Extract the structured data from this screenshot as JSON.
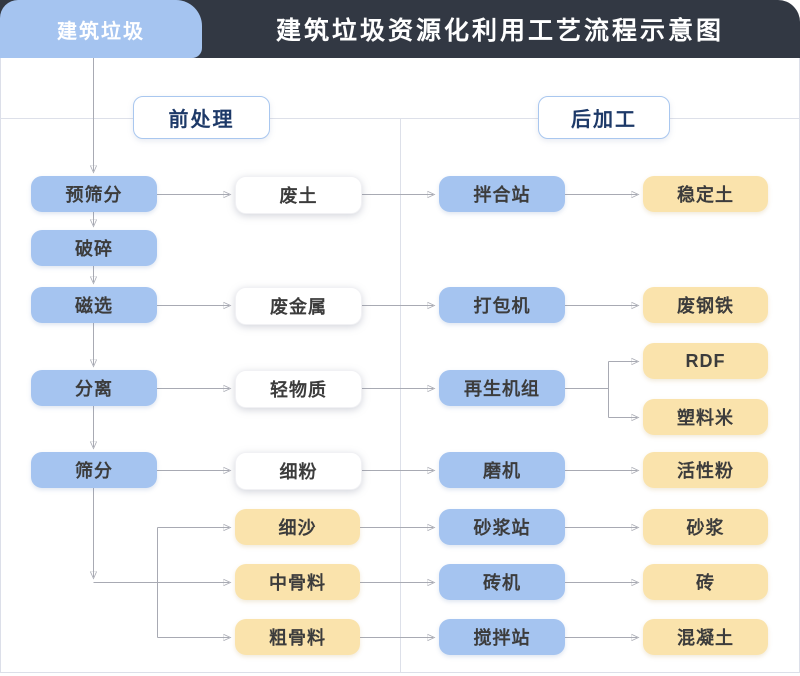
{
  "header": {
    "tab_label": "建筑垃圾",
    "title": "建筑垃圾资源化利用工艺流程示意图"
  },
  "sections": {
    "pre": "前处理",
    "post": "后加工"
  },
  "nodes": {
    "source": "建筑垃圾",
    "pre_screening": "预筛分",
    "crushing": "破碎",
    "magnetic_separation": "磁选",
    "separation": "分离",
    "screening": "筛分",
    "waste_soil": "废土",
    "waste_metal": "废金属",
    "light_material": "轻物质",
    "fine_powder": "细粉",
    "fine_sand": "细沙",
    "medium_aggregate": "中骨料",
    "coarse_aggregate": "粗骨料",
    "mixing_plant": "拌合站",
    "baler": "打包机",
    "recycling_unit": "再生机组",
    "mill": "磨机",
    "mortar_station": "砂浆站",
    "brick_machine": "砖机",
    "stirring_station": "搅拌站",
    "stabilized_soil": "稳定土",
    "scrap_steel": "废钢铁",
    "rdf": "RDF",
    "plastic_pellets": "塑料米",
    "active_powder": "活性粉",
    "mortar": "砂浆",
    "brick": "砖",
    "concrete": "混凝土"
  },
  "edges": [
    {
      "from": "source",
      "to": "pre_screening"
    },
    {
      "from": "pre_screening",
      "to": "crushing"
    },
    {
      "from": "crushing",
      "to": "magnetic_separation"
    },
    {
      "from": "magnetic_separation",
      "to": "separation"
    },
    {
      "from": "separation",
      "to": "screening"
    },
    {
      "from": "pre_screening",
      "to": "waste_soil"
    },
    {
      "from": "magnetic_separation",
      "to": "waste_metal"
    },
    {
      "from": "separation",
      "to": "light_material"
    },
    {
      "from": "screening",
      "to": "fine_powder"
    },
    {
      "from": "screening",
      "to": "fine_sand"
    },
    {
      "from": "screening",
      "to": "medium_aggregate"
    },
    {
      "from": "screening",
      "to": "coarse_aggregate"
    },
    {
      "from": "waste_soil",
      "to": "mixing_plant"
    },
    {
      "from": "waste_metal",
      "to": "baler"
    },
    {
      "from": "light_material",
      "to": "recycling_unit"
    },
    {
      "from": "fine_powder",
      "to": "mill"
    },
    {
      "from": "fine_sand",
      "to": "mortar_station"
    },
    {
      "from": "medium_aggregate",
      "to": "brick_machine"
    },
    {
      "from": "coarse_aggregate",
      "to": "stirring_station"
    },
    {
      "from": "mixing_plant",
      "to": "stabilized_soil"
    },
    {
      "from": "baler",
      "to": "scrap_steel"
    },
    {
      "from": "recycling_unit",
      "to": "rdf"
    },
    {
      "from": "recycling_unit",
      "to": "plastic_pellets"
    },
    {
      "from": "mill",
      "to": "active_powder"
    },
    {
      "from": "mortar_station",
      "to": "mortar"
    },
    {
      "from": "brick_machine",
      "to": "brick"
    },
    {
      "from": "stirring_station",
      "to": "concrete"
    }
  ],
  "colors": {
    "header_bg": "#323843",
    "node_blue": "#a5c4f0",
    "node_yellow": "#fae3ac",
    "node_text": "#3c3c3c",
    "label_border": "#a9c7ef",
    "label_text": "#1d3968",
    "line_color": "#a8aab3",
    "arrow_color": "#94969f",
    "frame_border": "#dcdfe9",
    "rule_color": "#dde0e9"
  }
}
